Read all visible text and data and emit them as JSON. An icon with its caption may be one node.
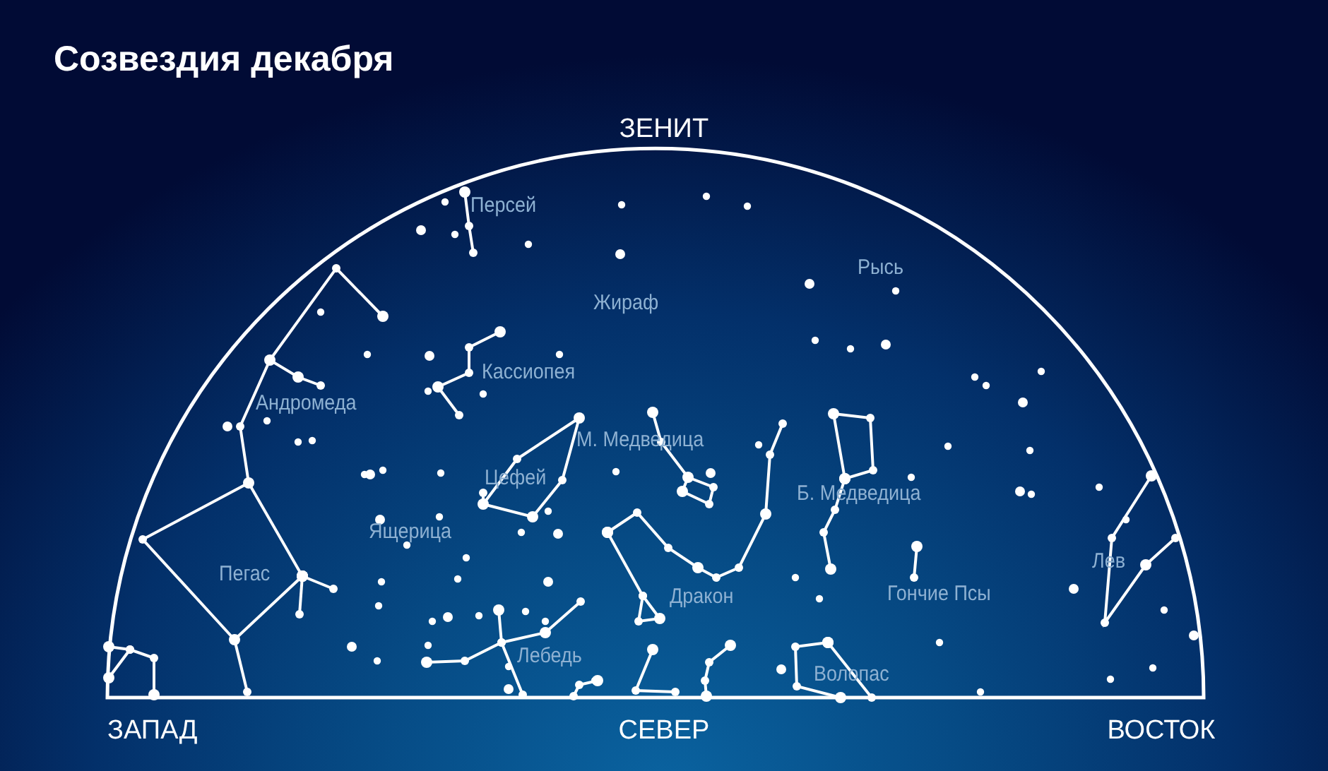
{
  "diagram": {
    "title": "Созвездия декабря",
    "labels": [
      "ЗЕНИТ",
      "Персей",
      "Жираф",
      "Рысь",
      "Кассиопея",
      "Андромеда",
      "М. Медведица",
      "Б. Медведица",
      "Цефей",
      "Ящерица",
      "Лев",
      "Пегас",
      "Дракон",
      "Гончие Псы",
      "Лебедь",
      "Волопас",
      "ЗАПАД",
      "СЕВЕР",
      "ВОСТОК"
    ]
  }
}
